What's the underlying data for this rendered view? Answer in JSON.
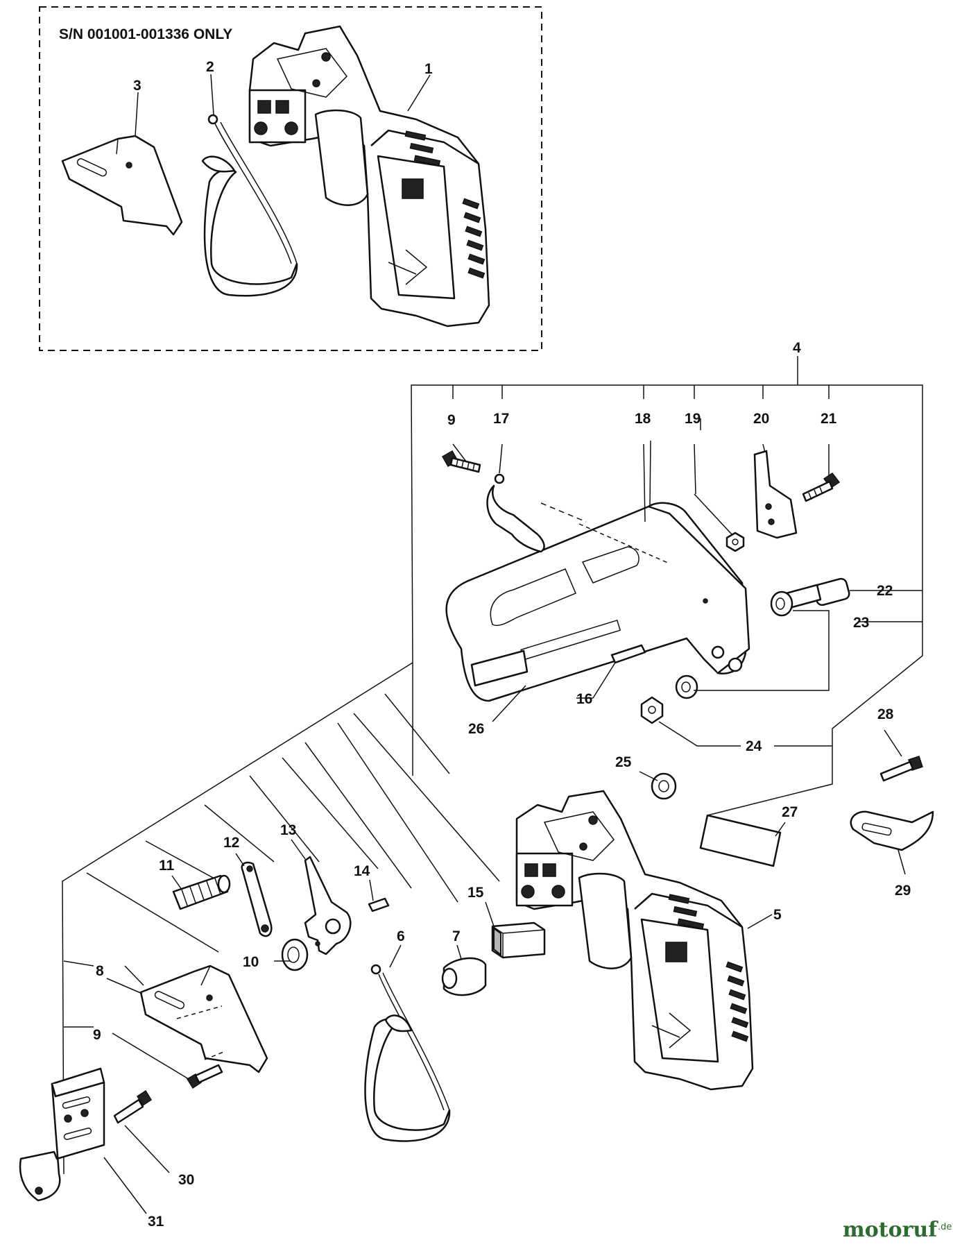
{
  "title": "S/N 001001-001336 ONLY",
  "watermark": {
    "main": "motoruf",
    "suffix": ".de"
  },
  "callouts": {
    "c1": "1",
    "c2": "2",
    "c3": "3",
    "c4": "4",
    "c5": "5",
    "c6": "6",
    "c7": "7",
    "c8": "8",
    "c9a": "9",
    "c9b": "9",
    "c10": "10",
    "c11": "11",
    "c12": "12",
    "c13": "13",
    "c14": "14",
    "c15": "15",
    "c16": "16",
    "c17": "17",
    "c18": "18",
    "c19": "19",
    "c20": "20",
    "c21": "21",
    "c22": "22",
    "c23": "23",
    "c24": "24",
    "c25": "25",
    "c26": "26",
    "c27": "27",
    "c28": "28",
    "c29": "29",
    "c30": "30",
    "c31": "31"
  },
  "colors": {
    "ink": "#111111",
    "watermark": "#2e6b2e",
    "background": "#ffffff"
  }
}
